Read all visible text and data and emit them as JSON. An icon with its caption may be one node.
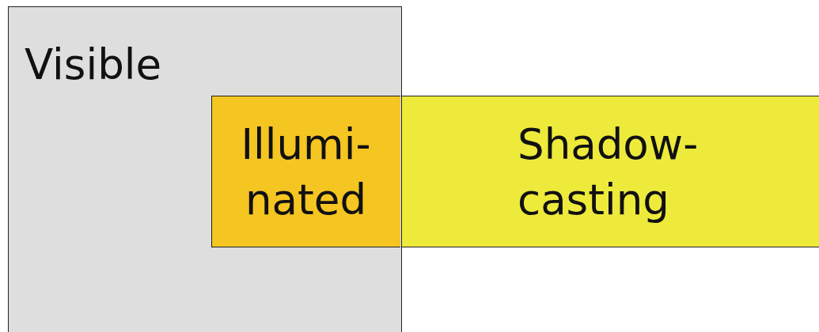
{
  "diagram": {
    "nodes": [
      {
        "text": [
          "Visible"
        ]
      },
      {
        "text": [
          "Shadow- casting"
        ]
      },
      {
        "text": [
          "Illumi- nated"
        ],
        "in": 0
      }
    ]
  }
}
